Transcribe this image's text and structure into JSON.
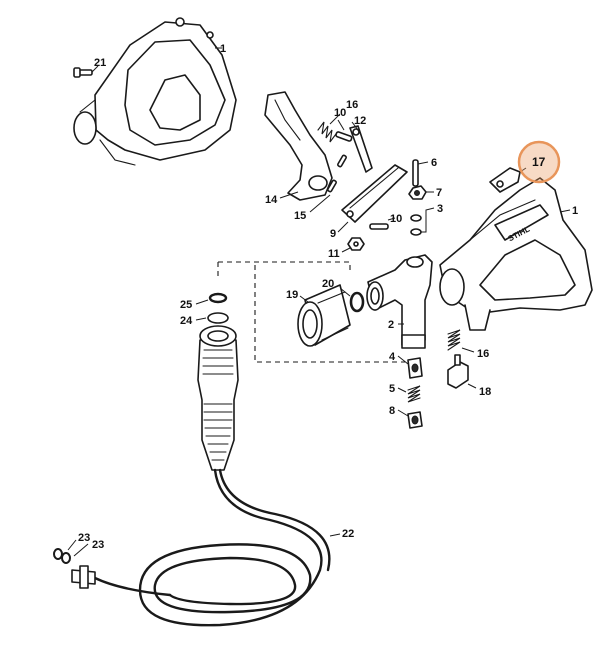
{
  "callouts": {
    "c1a": "1",
    "c21": "21",
    "c16a": "16",
    "c10a": "10",
    "c12": "12",
    "c14": "14",
    "c15": "15",
    "c9": "9",
    "c10b": "10",
    "c11": "11",
    "c6": "6",
    "c7": "7",
    "c3": "3",
    "c17": "17",
    "c1b": "1",
    "c20": "20",
    "c19": "19",
    "c2": "2",
    "c25": "25",
    "c24": "24",
    "c16b": "16",
    "c4": "4",
    "c18": "18",
    "c5": "5",
    "c8": "8",
    "c22": "22",
    "c23a": "23",
    "c23b": "23"
  },
  "brand_mark": "STIHL",
  "colors": {
    "highlight": "#e8955a",
    "line": "#1a1a1a",
    "background": "#ffffff"
  }
}
